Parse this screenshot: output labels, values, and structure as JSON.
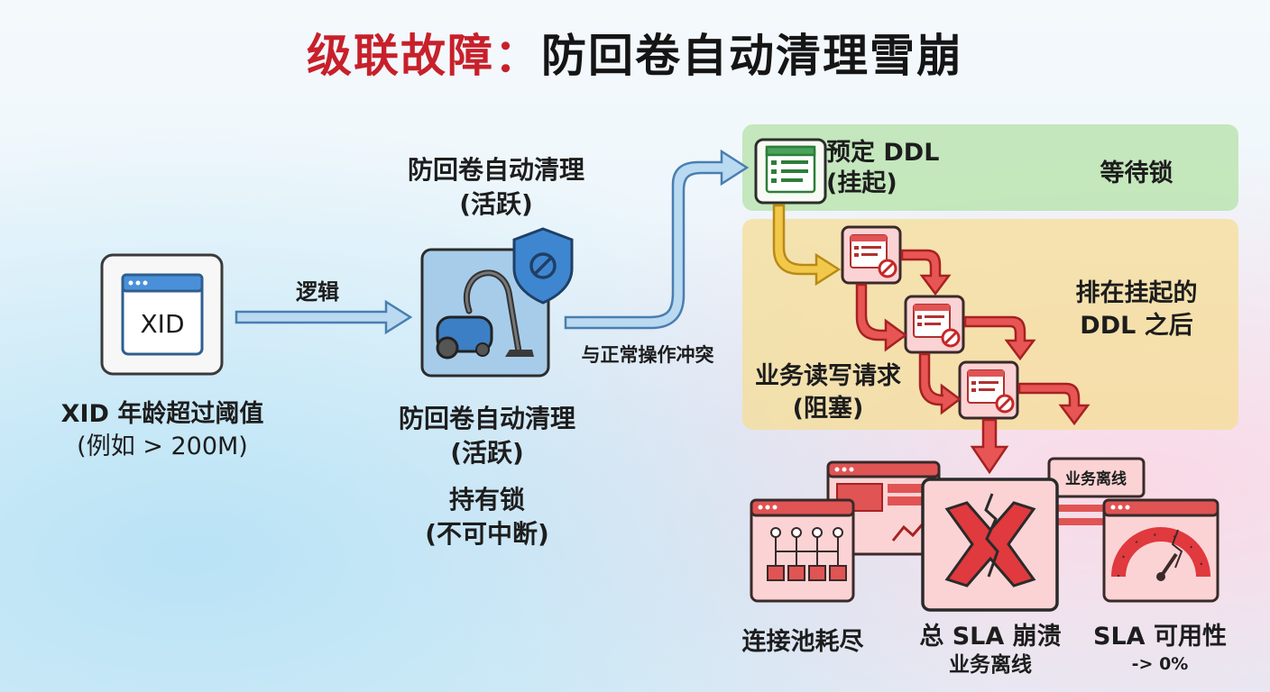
{
  "title": {
    "part1": "级联故障：",
    "part2": "防回卷自动清理雪崩"
  },
  "xid": {
    "box_text": "XID",
    "label_line1": "XID 年龄超过阈值",
    "label_line2": "(例如 > 200M)"
  },
  "arrow_logic_label": "逻辑",
  "vacuum": {
    "top_line1": "防回卷自动清理",
    "top_line2": "(活跃)",
    "bottom_line1": "防回卷自动清理",
    "bottom_line2": "(活跃)",
    "lock_line1": "持有锁",
    "lock_line2": "(不可中断)"
  },
  "conflict_label": "与正常操作冲突",
  "ddl": {
    "line1": "预定 DDL",
    "line2": "(挂起)",
    "wait_label": "等待锁"
  },
  "queue": {
    "label_line1": "排在挂起的",
    "label_line2": "DDL 之后"
  },
  "business": {
    "label_line1": "业务读写请求",
    "label_line2": "(阻塞)"
  },
  "outcomes": {
    "pool_label": "连接池耗尽",
    "sla_label": "总 SLA 崩溃",
    "sla_sub": "业务离线",
    "availability_label": "SLA 可用性",
    "availability_sub": "-> 0%",
    "offline_tag": "业务离线"
  },
  "colors": {
    "red": "#c8202a",
    "blue_arrow": "#a9d0ec",
    "yellow_arrow": "#f2c84b",
    "alert_red": "#e0393e"
  }
}
